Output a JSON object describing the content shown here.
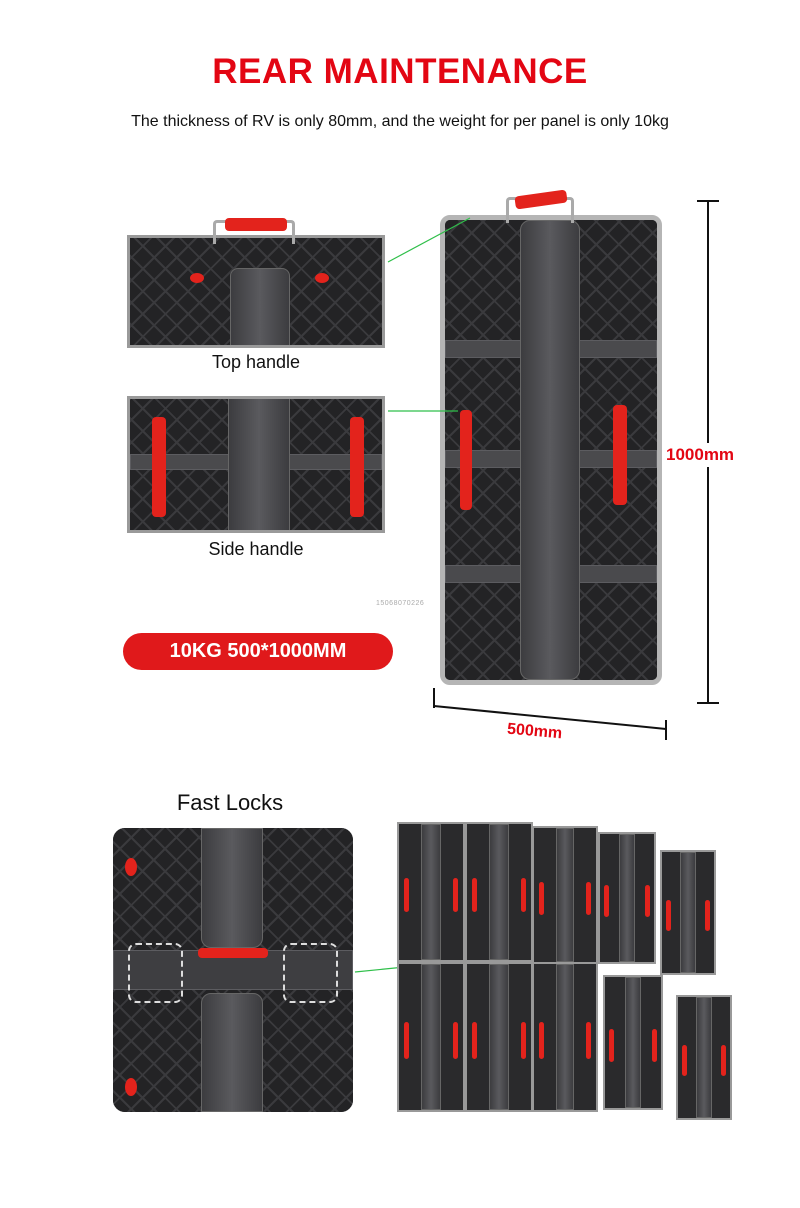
{
  "header": {
    "title": "REAR MAINTENANCE",
    "subtitle": "The thickness of RV is only 80mm, and the weight for per panel is only 10kg"
  },
  "details": [
    {
      "label": "Top handle"
    },
    {
      "label": "Side handle"
    }
  ],
  "spec_badge": "10KG 500*1000MM",
  "dimensions": {
    "height": "1000mm",
    "width": "500mm"
  },
  "watermark": "15068070226",
  "fast_locks": {
    "label": "Fast Locks"
  },
  "colors": {
    "accent": "#e30613",
    "callout_line": "#2fbf4a"
  }
}
